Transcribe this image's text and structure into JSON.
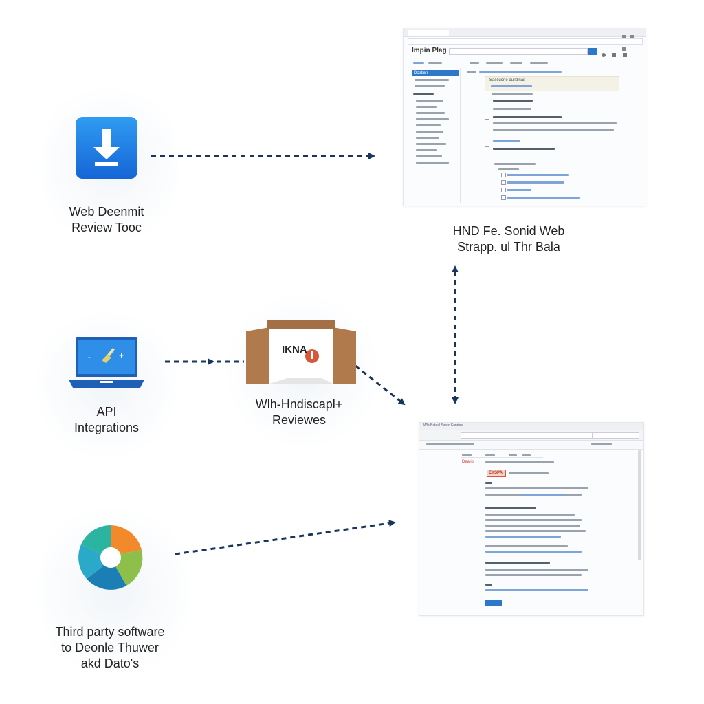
{
  "colors": {
    "arrow": "#17355f",
    "download_blue": "#1e7fe0",
    "laptop_blue": "#1f5fb8",
    "box_brown": "#b07a4c",
    "badge_red": "#d55a3c"
  },
  "nodes": {
    "web_tool": {
      "icon": "download-icon",
      "line1": "Web Deenmit",
      "line2": "Review Tooc"
    },
    "api": {
      "icon": "laptop-icon",
      "line1": "API",
      "line2": "Integrations"
    },
    "third_party": {
      "icon": "aperture-icon",
      "line1": "Third party software",
      "line2": "to Deonle Thuwer",
      "line3": "akd Dato's"
    },
    "box": {
      "icon": "box-icon",
      "box_text": "IKNA",
      "line1": "Wlh-Hndiscapl+",
      "line2": "Reviewes"
    },
    "web_app": {
      "line1": "HND Fe. Sonid Web",
      "line2": "Strapp. ul Thr Bala"
    }
  },
  "top_screen": {
    "logo": "Impin Plag",
    "side_tab": "Dostlan",
    "filter_text": "Sascuone oulldinas"
  },
  "bottom_screen": {
    "tab_label": "Wle Bateal Sauto Fanriae",
    "badge": "EYSPA",
    "side_label": "Dealio"
  }
}
